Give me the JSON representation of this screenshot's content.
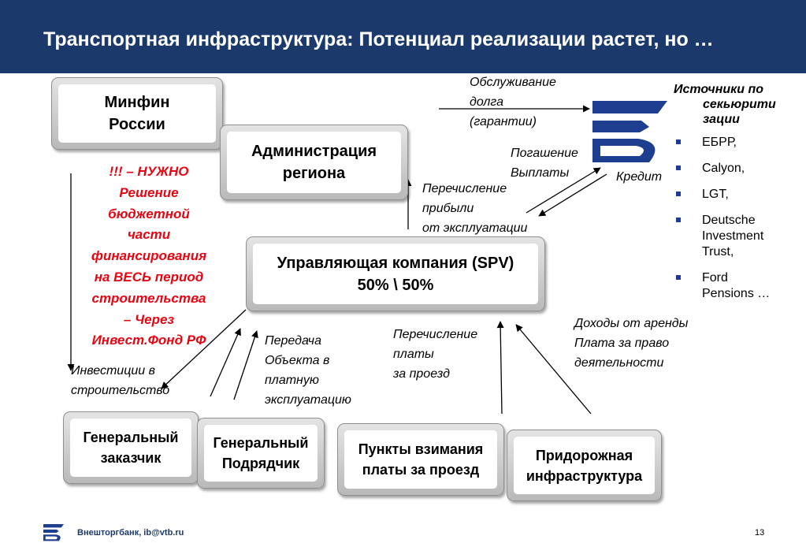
{
  "header": {
    "title": "Транспортная инфраструктура: Потенциал реализации растет, но …"
  },
  "boxes": {
    "minfin": "Минфин\nРоссии",
    "admin": "Администрация\nрегиона",
    "spv": "Управляющая компания (SPV)\n50% \\ 50%",
    "gen_customer": "Генеральный\nзаказчик",
    "gen_contractor": "Генеральный\nПодрядчик",
    "toll_points": "Пункты взимания\nплаты за проезд",
    "roadside": "Придорожная\nинфраструктура"
  },
  "red_note": "!!! – НУЖНО\nРешение\nбюджетной\nчасти\nфинансирования\nна ВЕСЬ период\nстроительства\n– Через\nИнвест.Фонд РФ",
  "labels": {
    "debt_service": "Обслуживание\n   долга\n(гарантии)",
    "repayment": "Погашение\nВыплаты",
    "credit": "Кредит",
    "profit_transfer": "Перечисление\nприбыли\nот эксплуатации",
    "investments": "Инвестиции в\nстроительство",
    "object_transfer": "Передача\nОбъекта в\nплатную\nэксплуатацию",
    "fee_transfer": "Перечисление\nплаты\nза проезд",
    "rent_income": "Доходы от аренды\nПлата за право\nдеятельности"
  },
  "sources": {
    "title": "Источники по\nсекьюрити\nзации",
    "items": [
      "ЕБРР,",
      "Calyon,",
      "LGT,",
      "Deutsche\nInvestment\nTrust,",
      "Ford\nPensions …"
    ]
  },
  "footer": {
    "text": "Внешторгбанк, ib@vtb.ru",
    "page": "13"
  },
  "colors": {
    "header": "#1b3a6b",
    "accent_red": "#e30613",
    "logo_blue": "#1e3f8f",
    "bullet": "#1f3a9a"
  }
}
